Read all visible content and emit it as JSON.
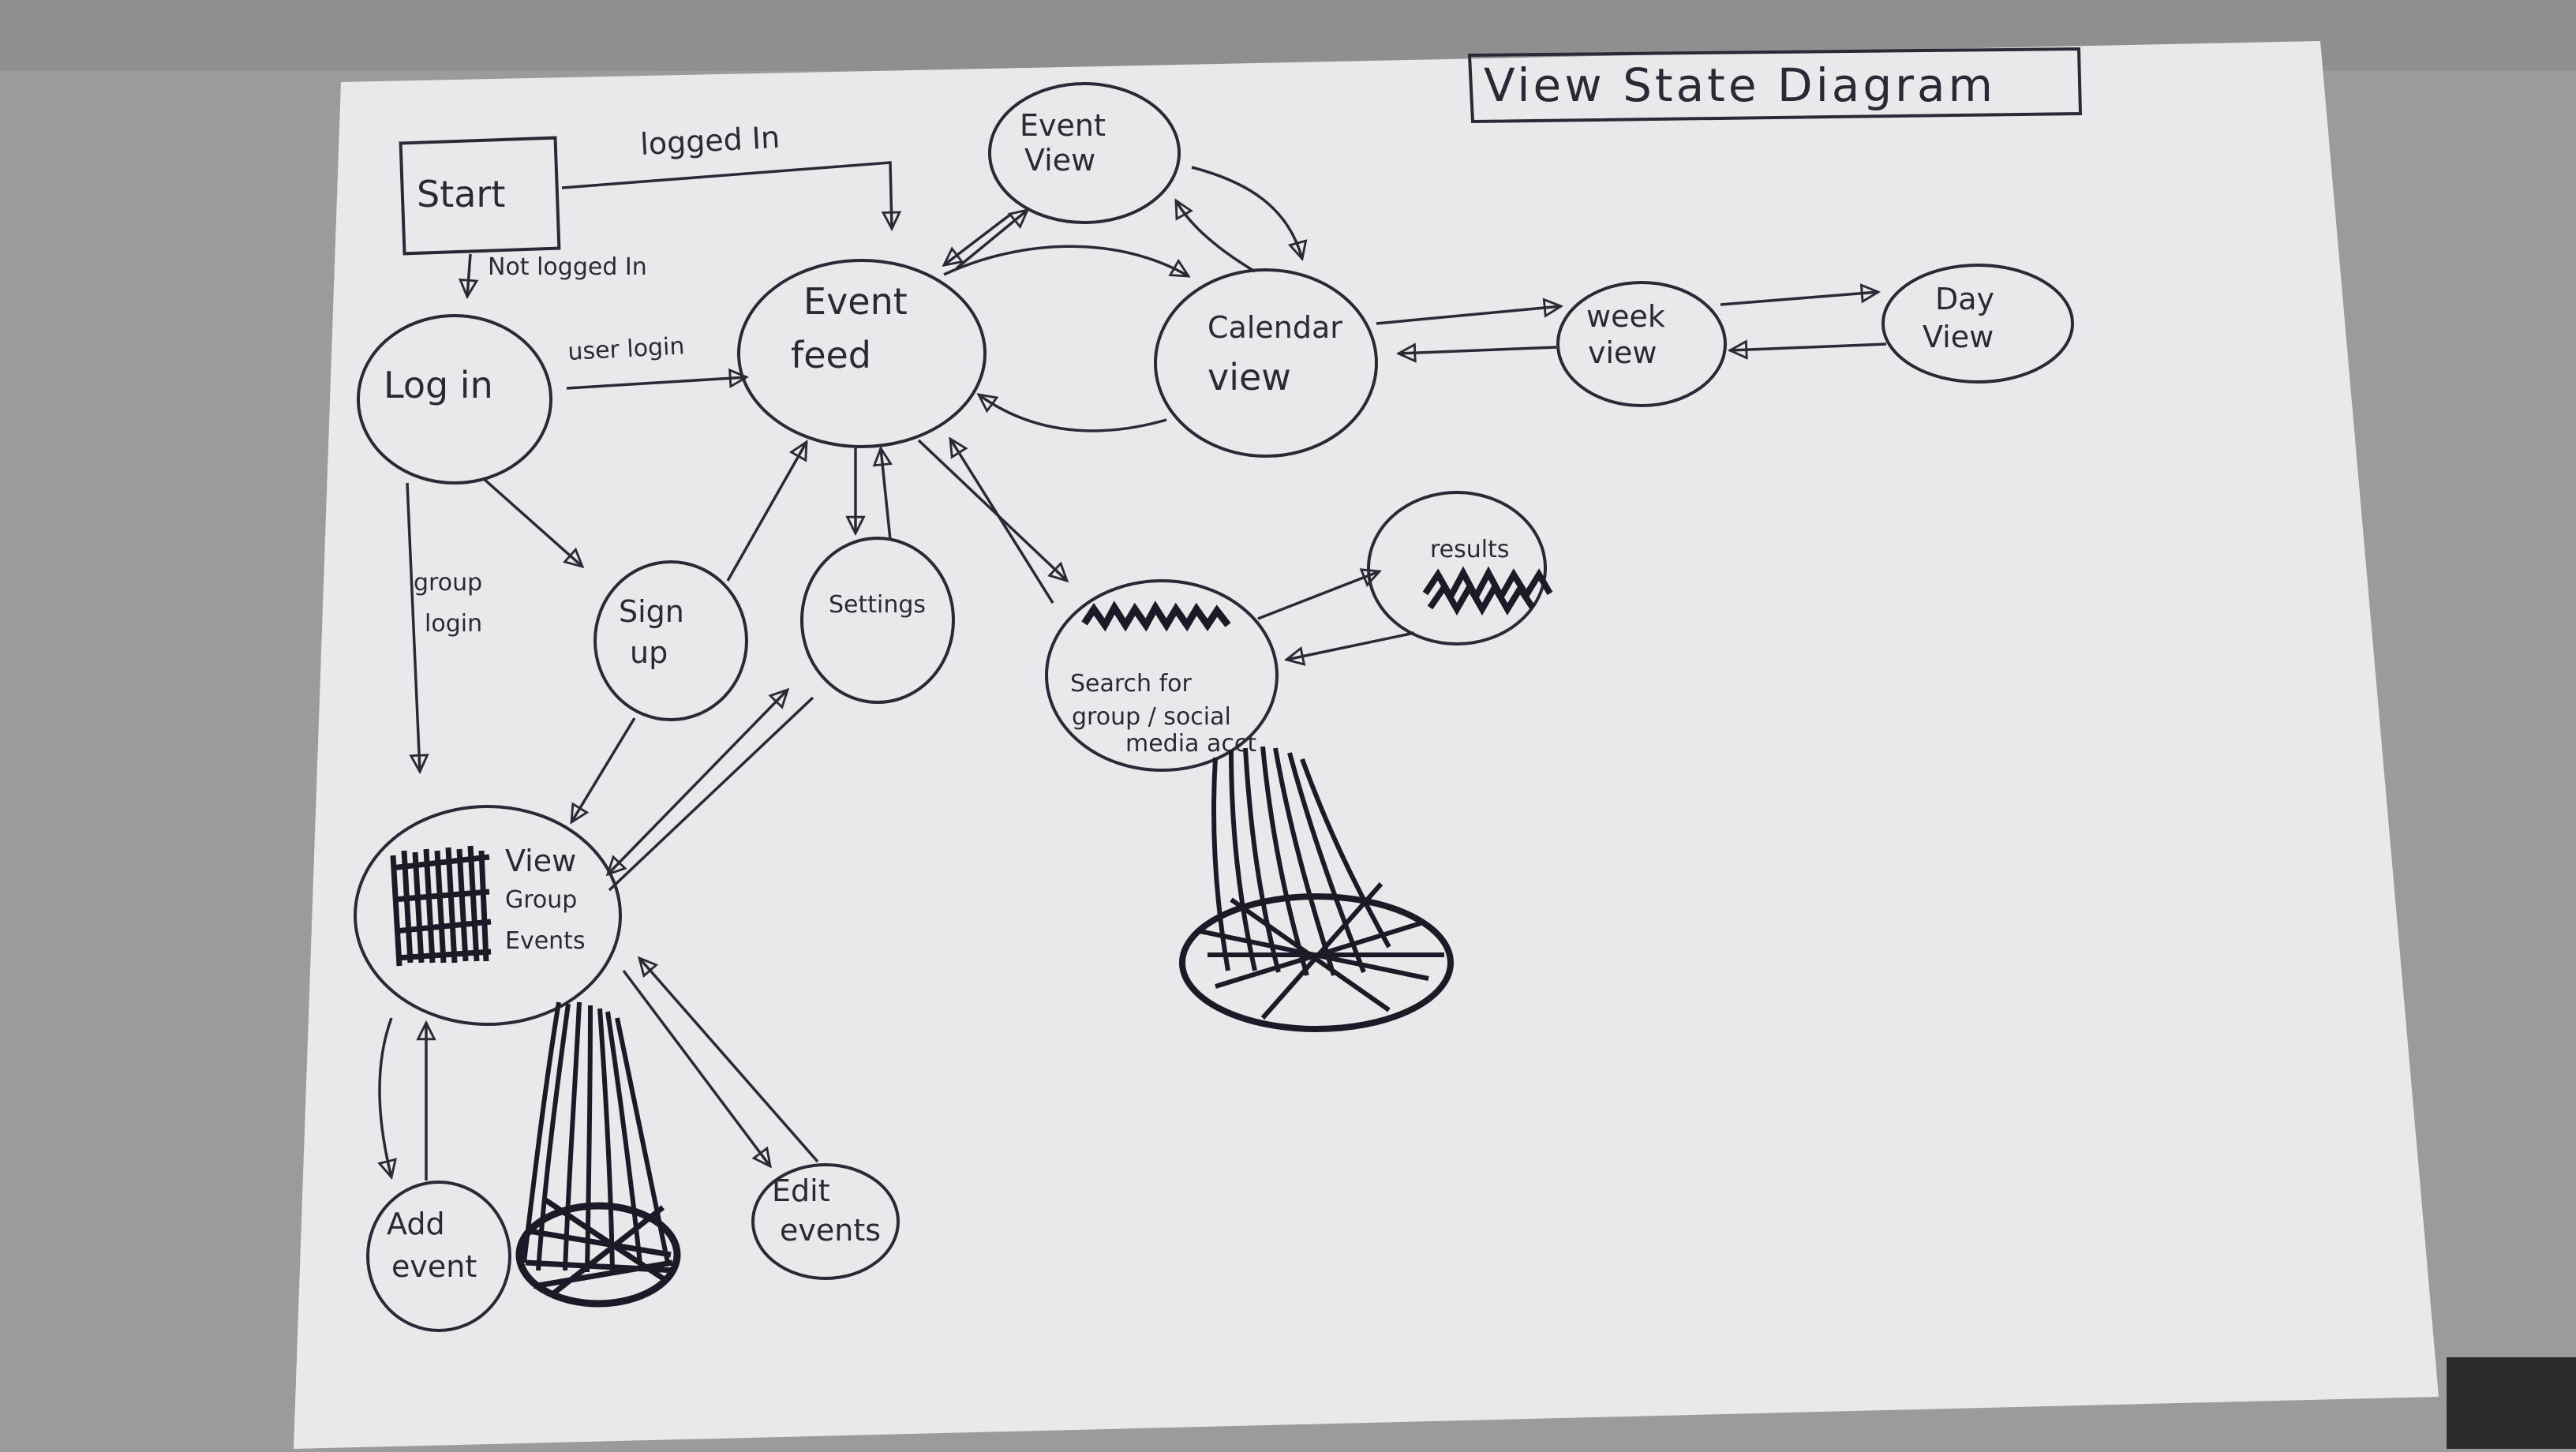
{
  "title": "View State Diagram",
  "nodes": {
    "start": "Start",
    "login": "Log in",
    "event_feed": [
      "Event",
      "feed"
    ],
    "event_view": [
      "Event",
      "View"
    ],
    "calendar_view": [
      "Calendar",
      "view"
    ],
    "week_view": [
      "week",
      "view"
    ],
    "day_view": [
      "Day",
      "View"
    ],
    "sign_up": [
      "Sign",
      "up"
    ],
    "settings": "Settings",
    "search": [
      "Search for",
      "group / social",
      "media acct"
    ],
    "results": "results",
    "view_group_events": [
      "View",
      "Group",
      "Events"
    ],
    "add_event": [
      "Add",
      "event"
    ],
    "edit_events": [
      "Edit",
      "events"
    ]
  },
  "edges": {
    "logged_in": "logged In",
    "not_logged_in": "Not logged In",
    "user_login": "user login",
    "group_login": [
      "group",
      "login"
    ]
  },
  "colors": {
    "paper": "#e9e9eb",
    "ink": "#2a2a36",
    "scribble": "#1c1a26",
    "background": "#9a9c9b"
  }
}
